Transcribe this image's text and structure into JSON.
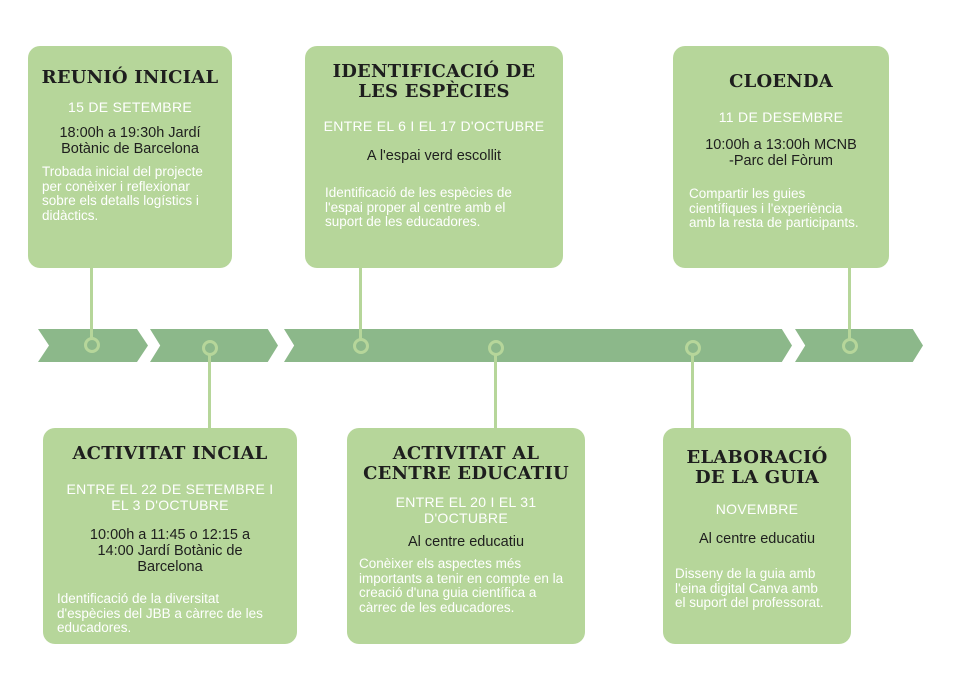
{
  "colors": {
    "box": "#b6d69a",
    "timeline": "#8cb88a",
    "title_text": "#1e1e1e",
    "light_text": "#ffffff"
  },
  "events": [
    {
      "title": "REUNIÓ INICIAL",
      "date": "15 DE SETEMBRE",
      "place": "18:00h a 19:30h Jardí Botànic de Barcelona",
      "description": "Trobada inicial del projecte per conèixer i reflexionar sobre els detalls logístics i didàctics."
    },
    {
      "title": "ACTIVITAT INCIAL",
      "date": "ENTRE EL 22 DE SETEMBRE I EL 3 D'OCTUBRE",
      "place": "10:00h a 11:45 o 12:15 a 14:00 Jardí Botànic de Barcelona",
      "description": "Identificació de la diversitat d'espècies del JBB a càrrec de les educadores."
    },
    {
      "title": "IDENTIFICACIÓ DE LES ESPÈCIES",
      "date": "ENTRE EL 6 I EL 17 D'OCTUBRE",
      "place": "A l'espai verd escollit",
      "description": "Identificació de les espècies de l'espai proper al centre amb el suport de les educadores."
    },
    {
      "title": "ACTIVITAT AL CENTRE EDUCATIU",
      "date": "ENTRE EL 20 I EL 31 D'OCTUBRE",
      "place": "Al centre educatiu",
      "description": "Conèixer els aspectes més importants a tenir en compte en la creació d'una guia científica a càrrec de les educadores."
    },
    {
      "title": "ELABORACIÓ DE LA GUIA",
      "date": "NOVEMBRE",
      "place": "Al centre educatiu",
      "description": "Disseny de la guia amb l'eina digital Canva amb el suport del professorat."
    },
    {
      "title": "CLOENDA",
      "date": "11 DE DESEMBRE",
      "place": "10:00h a 13:00h MCNB -Parc del Fòrum",
      "description": "Compartir les guies científiques i l'experiència amb la resta de participants."
    }
  ]
}
